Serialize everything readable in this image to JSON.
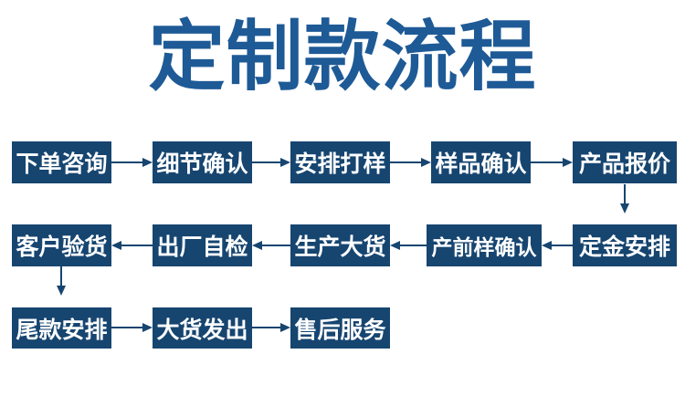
{
  "title": "定制款流程",
  "colors": {
    "background": "#ffffff",
    "title": "#1e5a96",
    "box": "#164570",
    "box_text": "#ffffff",
    "arrow": "#164570"
  },
  "steps": {
    "row1": [
      "下单咨询",
      "细节确认",
      "安排打样",
      "样品确认",
      "产品报价"
    ],
    "row2": [
      "客户验货",
      "出厂自检",
      "生产大货",
      "产前样确认",
      "定金安排"
    ],
    "row3": [
      "尾款安排",
      "大货发出",
      "售后服务"
    ]
  }
}
